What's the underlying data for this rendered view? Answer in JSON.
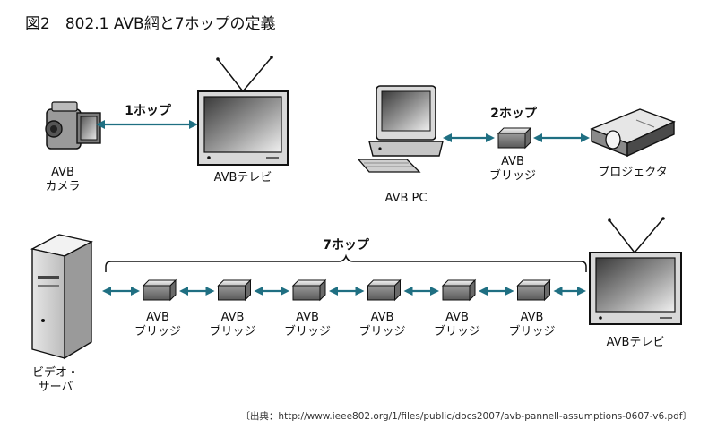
{
  "title": "図2　802.1 AVB網と7ホップの定義",
  "colors": {
    "link": "#1f6f82",
    "device_stroke": "#111111"
  },
  "top_left": {
    "camera_label": [
      "AVB",
      "カメラ"
    ],
    "tv_label": "AVBテレビ",
    "hop_label": "1ホップ"
  },
  "top_right": {
    "pc_label": "AVB PC",
    "bridge_label": [
      "AVB",
      "ブリッジ"
    ],
    "projector_label": "プロジェクタ",
    "hop_label": "2ホップ"
  },
  "bottom": {
    "server_label": [
      "ビデオ・",
      "サーバ"
    ],
    "tv_label": "AVBテレビ",
    "hop_label": "7ホップ",
    "bridges": [
      {
        "label": [
          "AVB",
          "ブリッジ"
        ]
      },
      {
        "label": [
          "AVB",
          "ブリッジ"
        ]
      },
      {
        "label": [
          "AVB",
          "ブリッジ"
        ]
      },
      {
        "label": [
          "AVB",
          "ブリッジ"
        ]
      },
      {
        "label": [
          "AVB",
          "ブリッジ"
        ]
      },
      {
        "label": [
          "AVB",
          "ブリッジ"
        ]
      }
    ]
  },
  "source": "〔出典：http://www.ieee802.org/1/files/public/docs2007/avb-pannell-assumptions-0607-v6.pdf〕"
}
